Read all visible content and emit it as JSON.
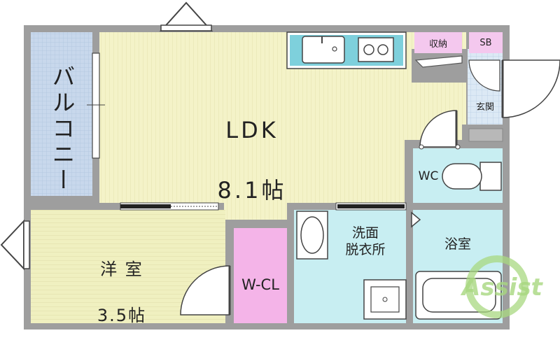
{
  "rooms": {
    "ldk": {
      "name": "LDK",
      "size": "8.1帖"
    },
    "western": {
      "name": "洋 室",
      "size": "3.5帖"
    },
    "balcony": {
      "name": "バルコニー"
    },
    "wcl": {
      "name": "W-CL"
    },
    "washroom": {
      "name": "洗面\n脱衣所"
    },
    "bath": {
      "name": "浴室"
    },
    "toilet": {
      "name": "WC"
    },
    "entrance": {
      "name": "玄関"
    },
    "storage": {
      "name": "収納"
    },
    "shoebox": {
      "name": "SB"
    }
  },
  "watermark": {
    "text": "Assist"
  },
  "colors": {
    "wall": "#9e9e9e",
    "ldk_floor": "#f4f3c8",
    "western_floor": "#f0f0c0",
    "balcony": "#c8d8ec",
    "wcl": "#f4b4e8",
    "water_area": "#c8eef2",
    "entrance_tile": "#d8e8f4",
    "storage": "#f4c8ee",
    "fixture": "#7ed0dc",
    "watermark": "#a8d880"
  },
  "icons": [
    "window-arrow-icon",
    "door-swing-icon",
    "sink-icon",
    "stove-icon",
    "toilet-icon",
    "bathtub-icon",
    "washbasin-icon",
    "washer-pan-icon"
  ]
}
